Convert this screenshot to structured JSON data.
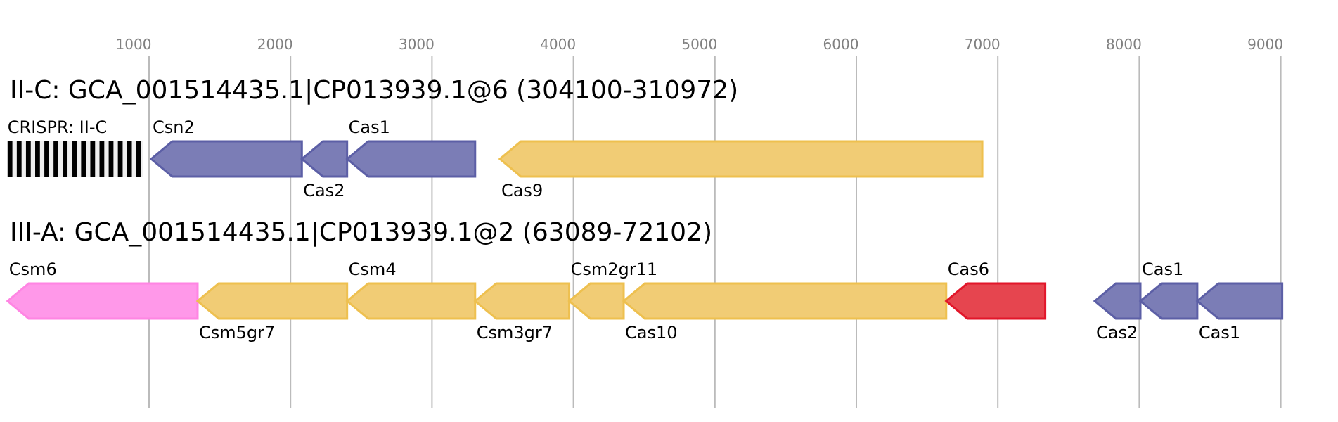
{
  "chart_data": {
    "type": "gene-map",
    "axis": {
      "ticks": [
        1000,
        2000,
        3000,
        4000,
        5000,
        6000,
        7000,
        8000,
        9000
      ],
      "range": [
        0,
        9200
      ],
      "grid": true
    },
    "colors": {
      "adaptation": {
        "fill": "#7b7db6",
        "stroke": "#5c5fa6"
      },
      "effector": {
        "fill": "#f1cc75",
        "stroke": "#eec04f"
      },
      "accessory": {
        "fill": "#ff98e9",
        "stroke": "#ff85e3"
      },
      "processing": {
        "fill": "#e6454f",
        "stroke": "#e2162a"
      },
      "crispr": {
        "fill": "#000000",
        "stroke": "#000000"
      }
    },
    "rows": [
      {
        "title": "II-C: GCA_001514435.1|CP013939.1@6 (304100-310972)",
        "crispr": {
          "label": "CRISPR: II-C",
          "start": 0,
          "end": 955,
          "repeats": 15
        },
        "genes": [
          {
            "name": "Csn2",
            "start": 1015,
            "end": 2080,
            "strand": "-",
            "category": "adaptation",
            "label_pos": "top"
          },
          {
            "name": "Cas2",
            "start": 2080,
            "end": 2400,
            "strand": "-",
            "category": "adaptation",
            "label_pos": "bottom"
          },
          {
            "name": "Cas1",
            "start": 2400,
            "end": 3305,
            "strand": "-",
            "category": "adaptation",
            "label_pos": "top"
          },
          {
            "name": "Cas9",
            "start": 3480,
            "end": 6890,
            "strand": "-",
            "category": "effector",
            "label_pos": "bottom"
          }
        ]
      },
      {
        "title": "III-A: GCA_001514435.1|CP013939.1@2 (63089-72102)",
        "genes": [
          {
            "name": "Csm6",
            "start": 0,
            "end": 1343,
            "strand": "-",
            "category": "accessory",
            "label_pos": "top"
          },
          {
            "name": "Csm5gr7",
            "start": 1343,
            "end": 2400,
            "strand": "-",
            "category": "effector",
            "label_pos": "bottom"
          },
          {
            "name": "Csm4",
            "start": 2400,
            "end": 3305,
            "strand": "-",
            "category": "effector",
            "label_pos": "top"
          },
          {
            "name": "Csm3gr7",
            "start": 3305,
            "end": 3970,
            "strand": "-",
            "category": "effector",
            "label_pos": "bottom"
          },
          {
            "name": "Csm2gr11",
            "start": 3970,
            "end": 4355,
            "strand": "-",
            "category": "effector",
            "label_pos": "top"
          },
          {
            "name": "Cas10",
            "start": 4355,
            "end": 6635,
            "strand": "-",
            "category": "effector",
            "label_pos": "bottom"
          },
          {
            "name": "Cas6",
            "start": 6635,
            "end": 7335,
            "strand": "-",
            "category": "processing",
            "label_pos": "top"
          },
          {
            "name": "Cas2",
            "start": 7685,
            "end": 8008,
            "strand": "-",
            "category": "adaptation",
            "label_pos": "bottom"
          },
          {
            "name": "Cas1",
            "start": 8008,
            "end": 8410,
            "strand": "-",
            "category": "adaptation",
            "label_pos": "top"
          },
          {
            "name": "Cas1",
            "start": 8410,
            "end": 9010,
            "strand": "-",
            "category": "adaptation",
            "label_pos": "bottom"
          }
        ]
      }
    ]
  }
}
